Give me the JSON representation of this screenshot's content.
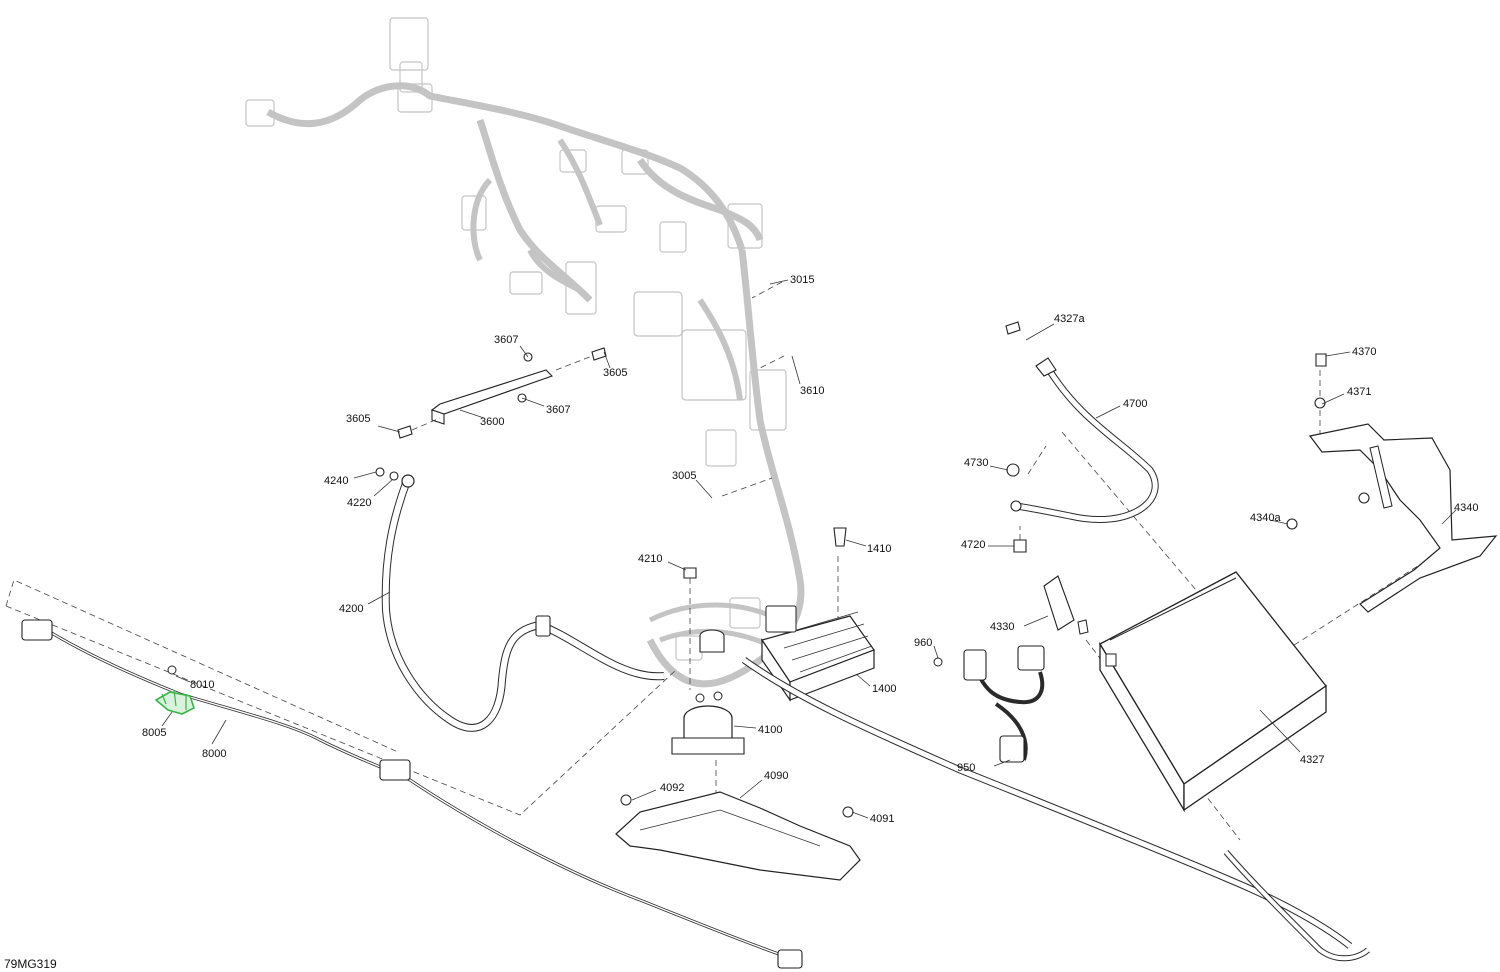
{
  "diagram": {
    "reference": "79MG319",
    "highlight_color": "#39b54a",
    "callouts": [
      {
        "id": "3015",
        "text": "3015"
      },
      {
        "id": "3607a",
        "text": "3607"
      },
      {
        "id": "3605a",
        "text": "3605"
      },
      {
        "id": "3610",
        "text": "3610"
      },
      {
        "id": "3605b",
        "text": "3605"
      },
      {
        "id": "3600",
        "text": "3600"
      },
      {
        "id": "3607b",
        "text": "3607"
      },
      {
        "id": "4240",
        "text": "4240"
      },
      {
        "id": "4220",
        "text": "4220"
      },
      {
        "id": "3005",
        "text": "3005"
      },
      {
        "id": "4327a",
        "text": "4327a"
      },
      {
        "id": "4700",
        "text": "4700"
      },
      {
        "id": "4370",
        "text": "4370"
      },
      {
        "id": "4371",
        "text": "4371"
      },
      {
        "id": "4730",
        "text": "4730"
      },
      {
        "id": "4340a",
        "text": "4340a"
      },
      {
        "id": "4340",
        "text": "4340"
      },
      {
        "id": "4720",
        "text": "4720"
      },
      {
        "id": "1410",
        "text": "1410"
      },
      {
        "id": "4210",
        "text": "4210"
      },
      {
        "id": "4200",
        "text": "4200"
      },
      {
        "id": "4330",
        "text": "4330"
      },
      {
        "id": "960",
        "text": "960"
      },
      {
        "id": "8010",
        "text": "8010"
      },
      {
        "id": "1400",
        "text": "1400"
      },
      {
        "id": "8005",
        "text": "8005"
      },
      {
        "id": "4100",
        "text": "4100"
      },
      {
        "id": "8000",
        "text": "8000"
      },
      {
        "id": "950",
        "text": "950"
      },
      {
        "id": "4327",
        "text": "4327"
      },
      {
        "id": "4090",
        "text": "4090"
      },
      {
        "id": "4092",
        "text": "4092"
      },
      {
        "id": "4091",
        "text": "4091"
      }
    ]
  }
}
